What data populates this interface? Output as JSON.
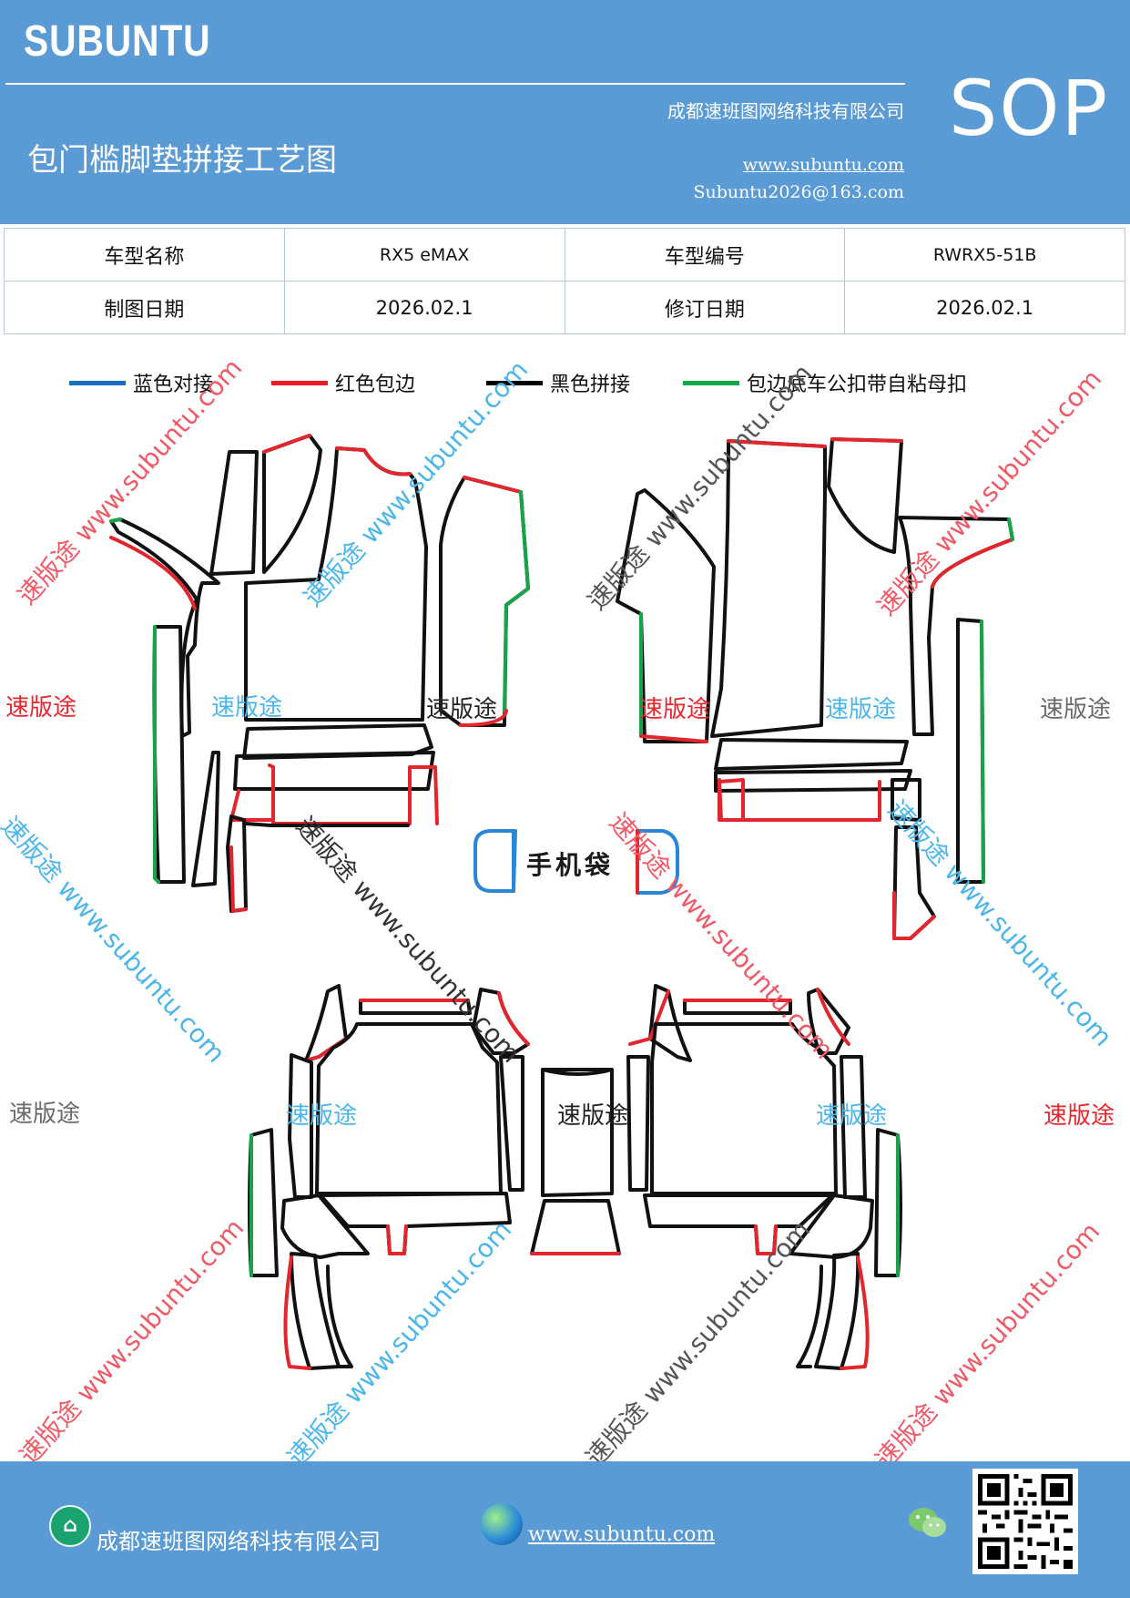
{
  "header": {
    "brand": "SUBUNTU",
    "company": "成都速班图网络科技有限公司",
    "title": "包门槛脚垫拼接工艺图",
    "website": "www.subuntu.com",
    "email": "Subuntu2026@163.com",
    "sop": "SOP"
  },
  "info": {
    "model_name_label": "车型名称",
    "model_name": "RX5 eMAX",
    "model_code_label": "车型编号",
    "model_code": "RWRX5-51B",
    "draw_date_label": "制图日期",
    "draw_date": "2026.02.1",
    "revise_date_label": "修订日期",
    "revise_date": "2026.02.1"
  },
  "legend": [
    {
      "label": "蓝色对接",
      "color": "#1a6fbf"
    },
    {
      "label": "红色包边",
      "color": "#ee1c24"
    },
    {
      "label": "黑色拼接",
      "color": "#000000"
    },
    {
      "label": "包边底车公扣带自粘母扣",
      "color": "#11a84a"
    }
  ],
  "drawing": {
    "pocket_label": "手机袋",
    "watermark": "速版途",
    "watermark_url": "速版途 www.subuntu.com"
  },
  "footer": {
    "company": "成都速班图网络科技有限公司",
    "website": "www.subuntu.com"
  },
  "colors": {
    "header_bg": "#5a9bd5",
    "edge_red": "#e2262d",
    "edge_green": "#17a34a",
    "edge_blue": "#2b87d6",
    "edge_black": "#111111"
  }
}
